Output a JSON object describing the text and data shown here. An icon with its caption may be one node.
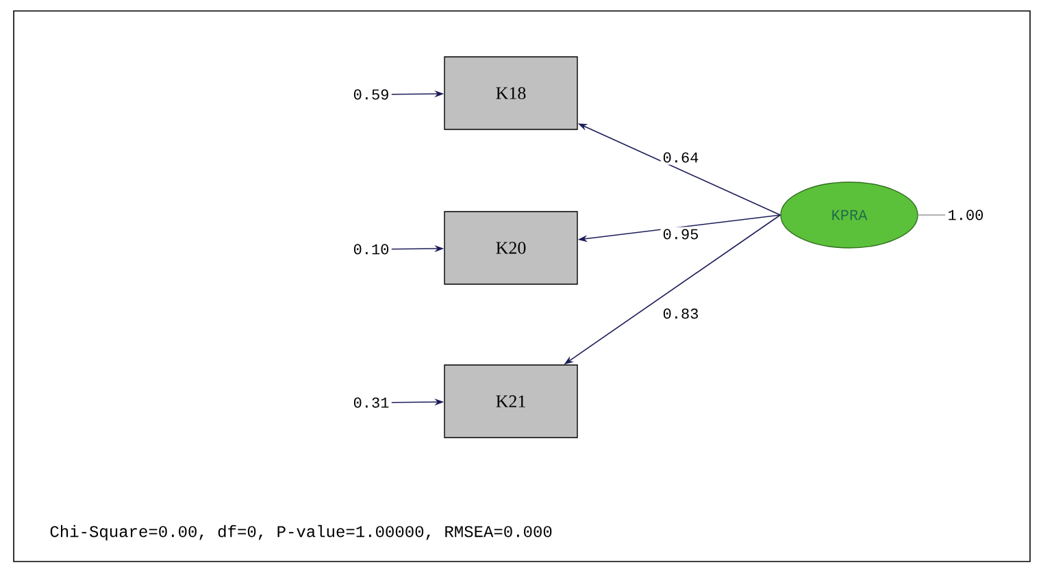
{
  "diagram": {
    "nodes": [
      {
        "text": [
          "K18"
        ]
      },
      {
        "text": [
          "K20"
        ]
      },
      {
        "text": [
          "K21"
        ]
      },
      {
        "text": [
          "KPRA"
        ]
      },
      {
        "text": [
          "0.59"
        ]
      },
      {
        "text": [
          "0.10"
        ]
      },
      {
        "text": [
          "0.31"
        ]
      },
      {
        "text": [
          "1.00"
        ]
      }
    ],
    "edges": [
      {
        "from": 3,
        "to": 0,
        "arrow": "to",
        "label": "0.64"
      },
      {
        "from": 3,
        "to": 1,
        "arrow": "to",
        "label": "0.95"
      },
      {
        "from": 3,
        "to": 2,
        "arrow": "to",
        "label": "0.83"
      },
      {
        "from": 4,
        "to": 0,
        "arrow": "to"
      },
      {
        "from": 5,
        "to": 1,
        "arrow": "to"
      },
      {
        "from": 6,
        "to": 2,
        "arrow": "to"
      },
      {
        "from": 3,
        "to": 7,
        "arrow": "none",
        "color": "#9a9a9a"
      }
    ],
    "labels": [
      "Chi-Square=0.00, df=0, P-value=1.00000, RMSEA=0.000"
    ]
  }
}
